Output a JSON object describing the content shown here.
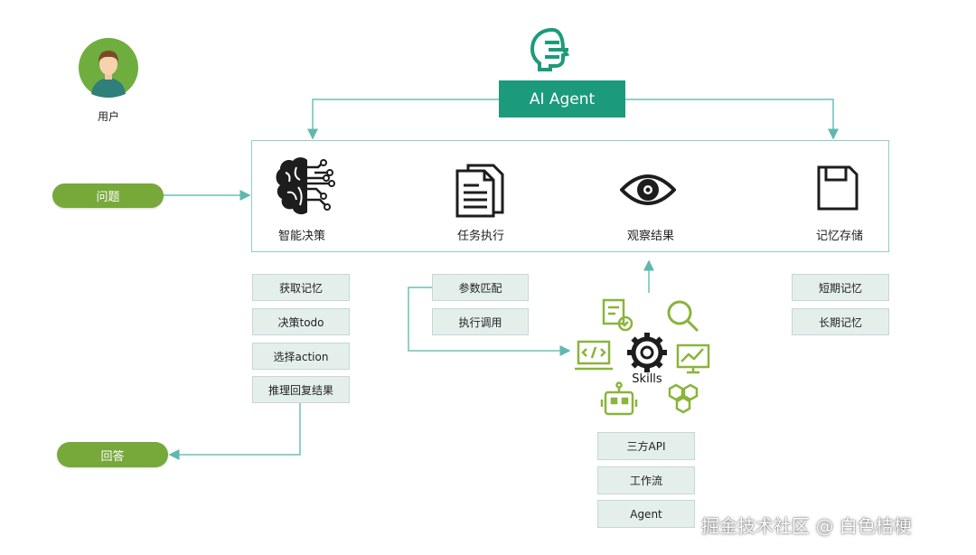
{
  "user": {
    "label": "用户"
  },
  "agent": {
    "label": "AI Agent"
  },
  "inputs": {
    "question": "问题",
    "answer": "回答"
  },
  "stages": [
    {
      "label": "智能决策",
      "icon": "brain-icon"
    },
    {
      "label": "任务执行",
      "icon": "document-icon"
    },
    {
      "label": "观察结果",
      "icon": "eye-icon"
    },
    {
      "label": "记忆存储",
      "icon": "floppy-disk-icon"
    }
  ],
  "decision_steps": [
    "获取记忆",
    "决策todo",
    "选择action",
    "推理回复结果"
  ],
  "execution_steps": [
    "参数匹配",
    "执行调用"
  ],
  "memory_types": [
    "短期记忆",
    "长期记忆"
  ],
  "skills": {
    "label": "Skills",
    "sources": [
      "三方API",
      "工作流",
      "Agent"
    ]
  },
  "colors": {
    "green": "#77a83a",
    "teal": "#1b9b7c",
    "arrow": "#2a9d86",
    "tag_bg": "#e4efec"
  },
  "watermark": "掘金技术社区 @ 白色桔梗"
}
